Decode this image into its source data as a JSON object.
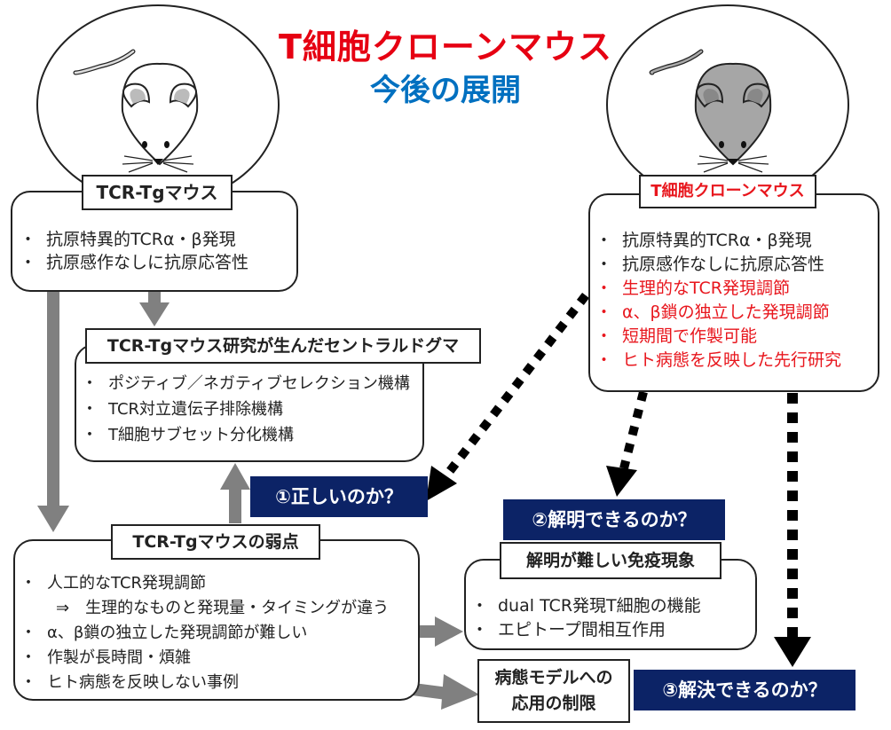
{
  "title": {
    "main": "T細胞クローンマウス",
    "sub": "今後の展開"
  },
  "colors": {
    "title_red": "#e60012",
    "title_blue": "#0070c0",
    "highlight_red": "#e8161d",
    "question_navy": "#0c2366",
    "arrow_gray": "#808080"
  },
  "left_mouse": {
    "icon": "white-mouse-icon"
  },
  "right_mouse": {
    "icon": "gray-mouse-icon"
  },
  "tcr_tg_box": {
    "label": "TCR-Tgマウス",
    "items": [
      "抗原特異的TCRα・β発現",
      "抗原感作なしに抗原応答性"
    ]
  },
  "clone_box": {
    "label": "T細胞クローンマウス",
    "items": [
      {
        "text": "抗原特異的TCRα・β発現",
        "highlight": false
      },
      {
        "text": "抗原感作なしに抗原応答性",
        "highlight": false
      },
      {
        "text": "生理的なTCR発現調節",
        "highlight": true
      },
      {
        "text": "α、β鎖の独立した発現調節",
        "highlight": true
      },
      {
        "text": "短期間で作製可能",
        "highlight": true
      },
      {
        "text": "ヒト病態を反映した先行研究",
        "highlight": true
      }
    ]
  },
  "dogma_box": {
    "label": "TCR-Tgマウス研究が生んだセントラルドグマ",
    "items": [
      "ポジティブ／ネガティブセレクション機構",
      "TCR対立遺伝子排除機構",
      "T細胞サブセット分化機構"
    ]
  },
  "weakness_box": {
    "label": "TCR-Tgマウスの弱点",
    "items": [
      {
        "text": "人工的なTCR発現調節",
        "sub": false
      },
      {
        "text": "⇒　生理的なものと発現量・タイミングが違う",
        "sub": true
      },
      {
        "text": "α、β鎖の独立した発現調節が難しい",
        "sub": false
      },
      {
        "text": "作製が長時間・煩雑",
        "sub": false
      },
      {
        "text": "ヒト病態を反映しない事例",
        "sub": false
      }
    ]
  },
  "immune_box": {
    "label": "解明が難しい免疫現象",
    "items": [
      "dual TCR発現T細胞の機能",
      "エピトープ間相互作用"
    ]
  },
  "disease_box": {
    "line1": "病態モデルへの",
    "line2": "応用の制限"
  },
  "questions": {
    "q1": "①正しいのか？",
    "q2": "②解明できるのか？",
    "q3": "③解決できるのか？"
  }
}
